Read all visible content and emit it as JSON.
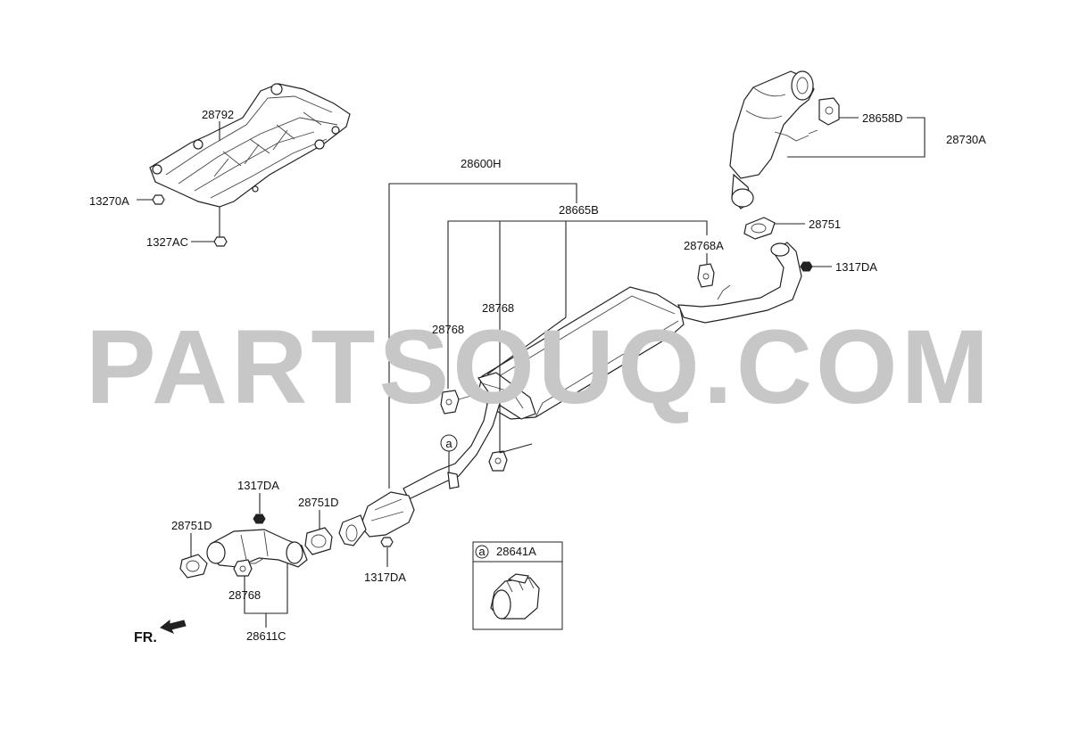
{
  "watermark": "PARTSOUQ.COM",
  "front_marker": "FR.",
  "callout_symbol": "a",
  "labels": {
    "p28792": "28792",
    "p13270A": "13270A",
    "p1327AC": "1327AC",
    "p28600H": "28600H",
    "p28665B": "28665B",
    "p28768A": "28768A",
    "p28768_left": "28768",
    "p28768_mid": "28768",
    "p28768_bottom": "28768",
    "p28658D": "28658D",
    "p28730A": "28730A",
    "p28751_top": "28751",
    "p1317DA_right": "1317DA",
    "p1317DA_left": "1317DA",
    "p1317DA_center": "1317DA",
    "p28751D_left": "28751D",
    "p28751D_center": "28751D",
    "p28611C": "28611C",
    "p28641A": "28641A"
  },
  "colors": {
    "line": "#222222",
    "watermark": "#c7c7c7",
    "background": "#ffffff"
  }
}
